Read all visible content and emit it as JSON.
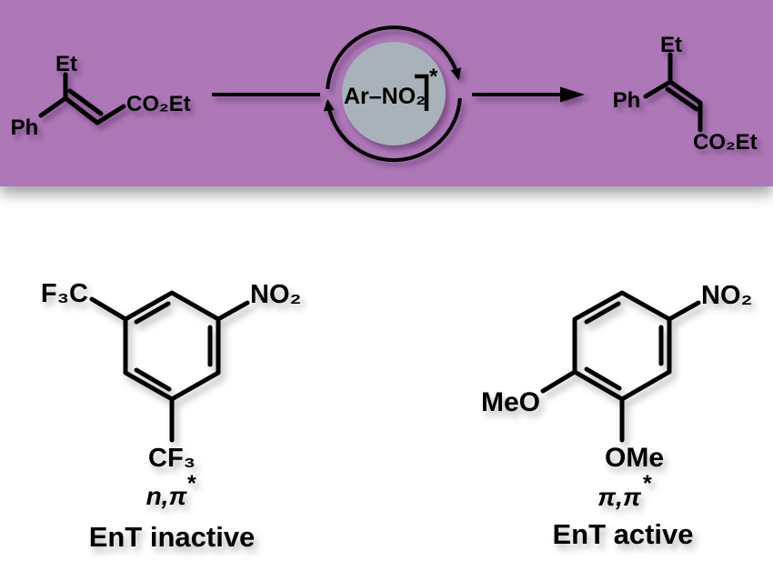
{
  "colors": {
    "banner": "#ae77b8",
    "hub_circle": "#a9b2ba",
    "ink": "#000000",
    "page_bg": "#ffffff"
  },
  "banner_scheme": {
    "reactant": {
      "et": "Et",
      "ph": "Ph",
      "ester": "CO₂Et"
    },
    "hub": {
      "catalyst": "Ar–NO₂",
      "star": "*"
    },
    "product": {
      "et": "Et",
      "ph": "Ph",
      "ester": "CO₂Et"
    }
  },
  "catalysts": {
    "inactive": {
      "substituent_top_left": "F₃C",
      "substituent_top_right": "NO₂",
      "substituent_bottom": "CF₃",
      "excited_state": "n,π",
      "excited_state_star": "*",
      "activity": "EnT inactive"
    },
    "active": {
      "substituent_left": "MeO",
      "substituent_top_right": "NO₂",
      "substituent_bottom": "OMe",
      "excited_state": "π,π",
      "excited_state_star": "*",
      "activity": "EnT active"
    }
  }
}
